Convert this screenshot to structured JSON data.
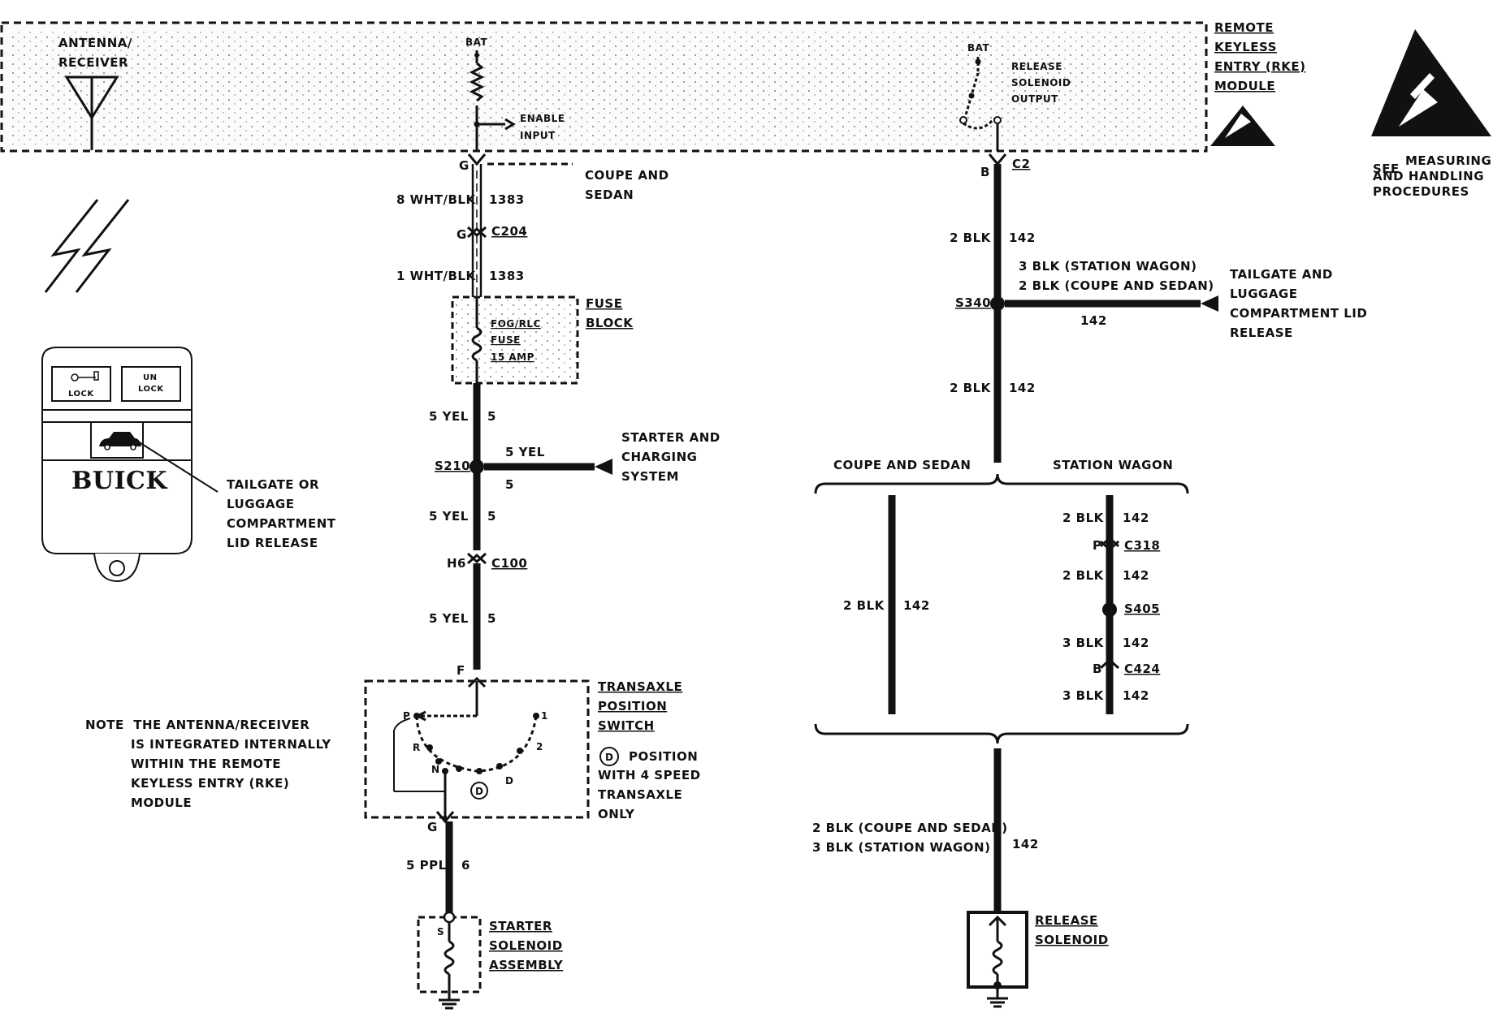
{
  "rke_module": {
    "title": [
      "REMOTE",
      "KEYLESS",
      "ENTRY (RKE)",
      "MODULE"
    ],
    "antenna": [
      "ANTENNA/",
      "RECEIVER"
    ],
    "bat_left": "BAT",
    "bat_right": "BAT",
    "enable_input": [
      "ENABLE",
      "INPUT"
    ],
    "release_output": [
      "RELEASE",
      "SOLENOID",
      "OUTPUT"
    ]
  },
  "esd": [
    "SEE",
    "MEASURING",
    "AND HANDLING",
    "PROCEDURES"
  ],
  "left_circuit": {
    "pin_g_top": "G",
    "coupe_sedan": [
      "COUPE AND",
      "SEDAN"
    ],
    "wire1": {
      "label": "8 WHT/BLK",
      "num": "1383"
    },
    "conn_c204": {
      "pin": "G",
      "id": "C204"
    },
    "wire2": {
      "label": "1 WHT/BLK",
      "num": "1383"
    },
    "fuse": {
      "name": [
        "FOG/RLC",
        "FUSE",
        "15 AMP"
      ],
      "block": [
        "FUSE",
        "BLOCK"
      ]
    },
    "wire3": {
      "label": "5 YEL",
      "num": "5"
    },
    "splice_s210": "S210",
    "branch": {
      "label": "5 YEL",
      "num": "5",
      "dest": [
        "STARTER AND",
        "CHARGING",
        "SYSTEM"
      ]
    },
    "wire4": {
      "label": "5 YEL",
      "num": "5"
    },
    "conn_c100": {
      "pin": "H6",
      "id": "C100"
    },
    "wire5": {
      "label": "5 YEL",
      "num": "5"
    },
    "pin_f": "F",
    "switch": {
      "title": [
        "TRANSAXLE",
        "POSITION",
        "SWITCH"
      ],
      "positions": [
        "P",
        "R",
        "N",
        "D",
        "2",
        "1"
      ],
      "d_circle": "D",
      "note": [
        "POSITION",
        "WITH 4 SPEED",
        "TRANSAXLE",
        "ONLY"
      ],
      "note_circle": "D"
    },
    "pin_g_bottom": "G",
    "wire6": {
      "label": "5 PPL",
      "num": "6"
    },
    "starter": {
      "pin": "S",
      "title": [
        "STARTER",
        "SOLENOID",
        "ASSEMBLY"
      ]
    }
  },
  "right_circuit": {
    "pin_b": "B",
    "conn_c2": "C2",
    "wire1": {
      "label": "2 BLK",
      "num": "142"
    },
    "branch_note": [
      "3 BLK (STATION WAGON)",
      "2 BLK (COUPE AND SEDAN)"
    ],
    "splice_s340": "S340",
    "branch_num": "142",
    "branch_dest": [
      "TAILGATE AND",
      "LUGGAGE",
      "COMPARTMENT LID",
      "RELEASE"
    ],
    "wire2": {
      "label": "2 BLK",
      "num": "142"
    },
    "coupe_sedan": "COUPE AND SEDAN",
    "station_wagon": "STATION WAGON",
    "cs_wire": {
      "label": "2 BLK",
      "num": "142"
    },
    "sw_wires": [
      {
        "label": "2 BLK",
        "num": "142"
      },
      {
        "label": "2 BLK",
        "num": "142"
      },
      {
        "label": "3 BLK",
        "num": "142"
      },
      {
        "label": "3 BLK",
        "num": "142"
      }
    ],
    "conn_c318": {
      "pin": "P",
      "id": "C318"
    },
    "splice_s405": "S405",
    "conn_c424": {
      "pin": "B",
      "id": "C424"
    },
    "bottom_note": [
      "2 BLK (COUPE AND SEDAN)",
      "3 BLK (STATION WAGON)"
    ],
    "bottom_num": "142",
    "solenoid": [
      "RELEASE",
      "SOLENOID"
    ]
  },
  "key_fob": {
    "lock": "LOCK",
    "unlock": [
      "UN",
      "LOCK"
    ],
    "brand": "BUICK",
    "callout": [
      "TAILGATE OR",
      "LUGGAGE",
      "COMPARTMENT",
      "LID RELEASE"
    ]
  },
  "note": [
    "NOTE  THE ANTENNA/RECEIVER",
    "IS INTEGRATED INTERNALLY",
    "WITHIN THE REMOTE",
    "KEYLESS ENTRY (RKE)",
    "MODULE"
  ]
}
